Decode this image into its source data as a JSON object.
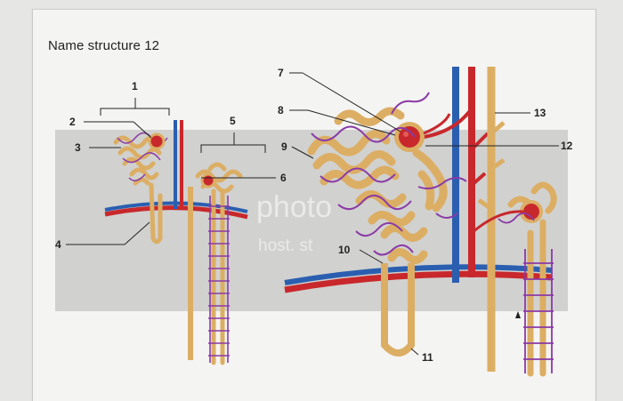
{
  "question": {
    "text": "Name structure 12"
  },
  "figure": {
    "labels": [
      "1",
      "2",
      "3",
      "4",
      "5",
      "6",
      "7",
      "8",
      "9",
      "10",
      "11",
      "12",
      "13"
    ],
    "watermark": {
      "brand": "photo",
      "sub": "host. st"
    }
  },
  "colors": {
    "artery": "#c8282c",
    "vein": "#2a5fb0",
    "tubule": "#dcae64",
    "capillary": "#8a3aa6",
    "panel": "#cfcfcd"
  }
}
